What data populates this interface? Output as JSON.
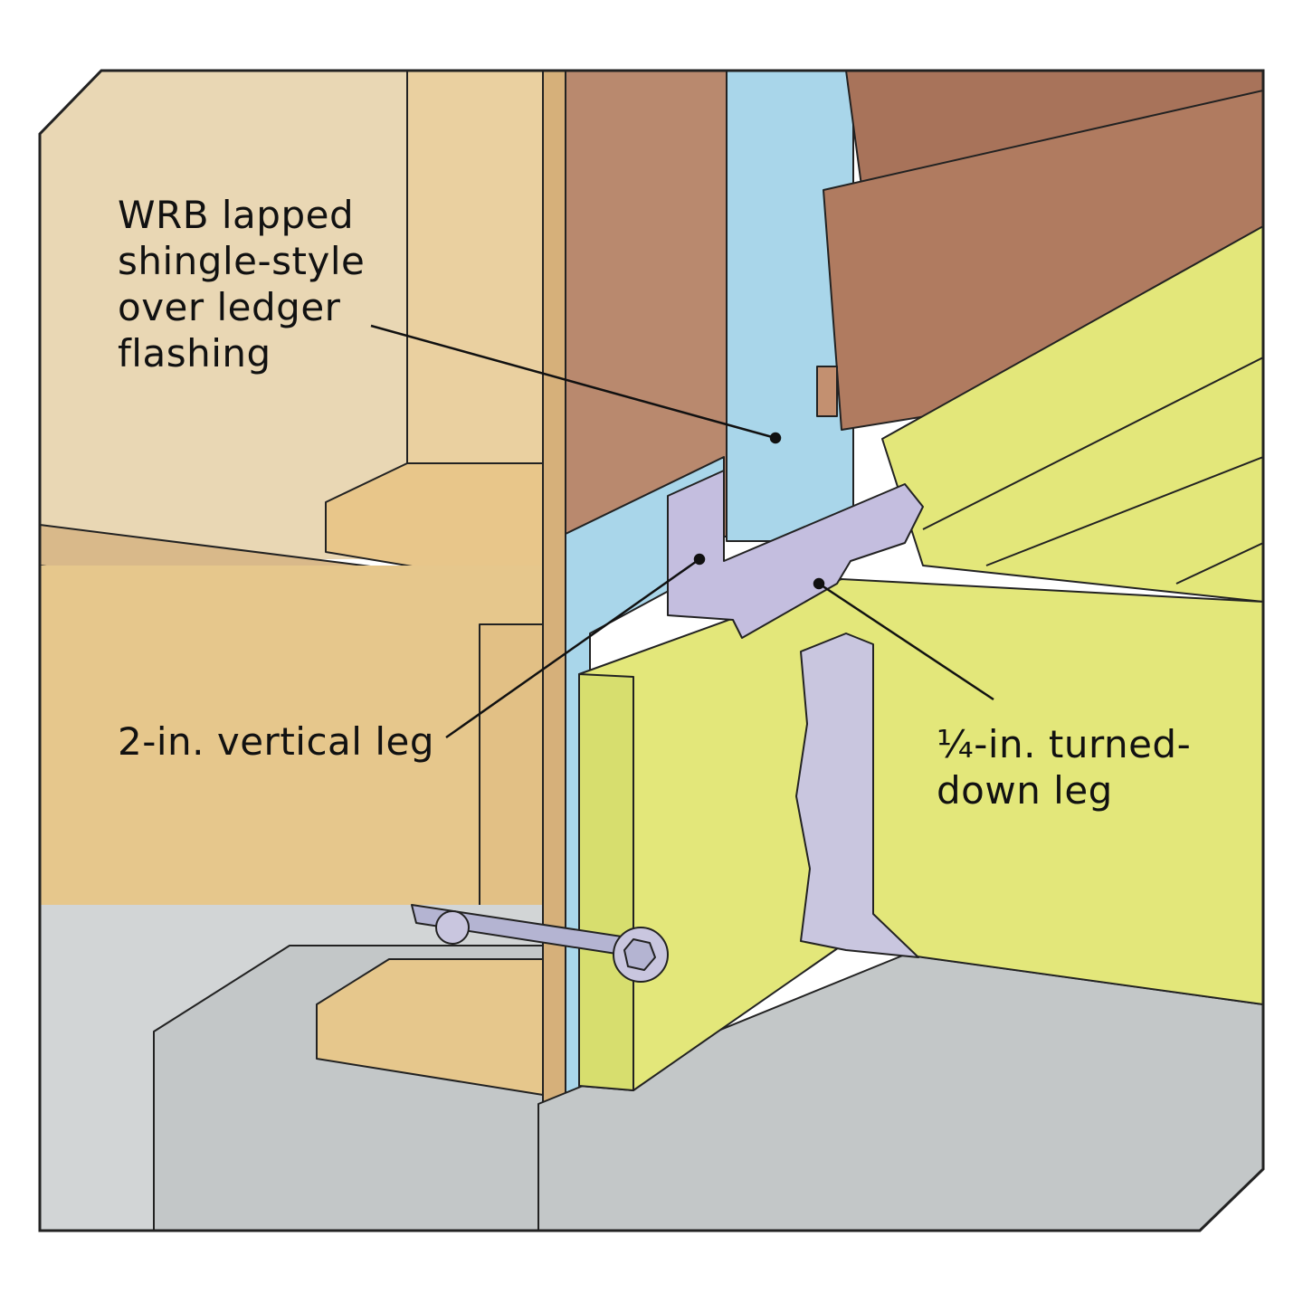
{
  "callouts": {
    "wrb": [
      "WRB lapped",
      "shingle-style",
      "over ledger",
      "flashing"
    ],
    "vertical_leg": "2-in. vertical leg",
    "turned_down_leg": [
      "¼-in. turned-",
      "down leg"
    ]
  },
  "colors": {
    "wall": "#e9d7b4",
    "lumber": "#e6c78c",
    "treated_lumber": "#e3e77a",
    "sheathing": "#b9896e",
    "wrb": "#a9d6ea",
    "siding": "#a8735a",
    "flashing": "#c4bedf",
    "concrete": "#c3c7c8"
  }
}
